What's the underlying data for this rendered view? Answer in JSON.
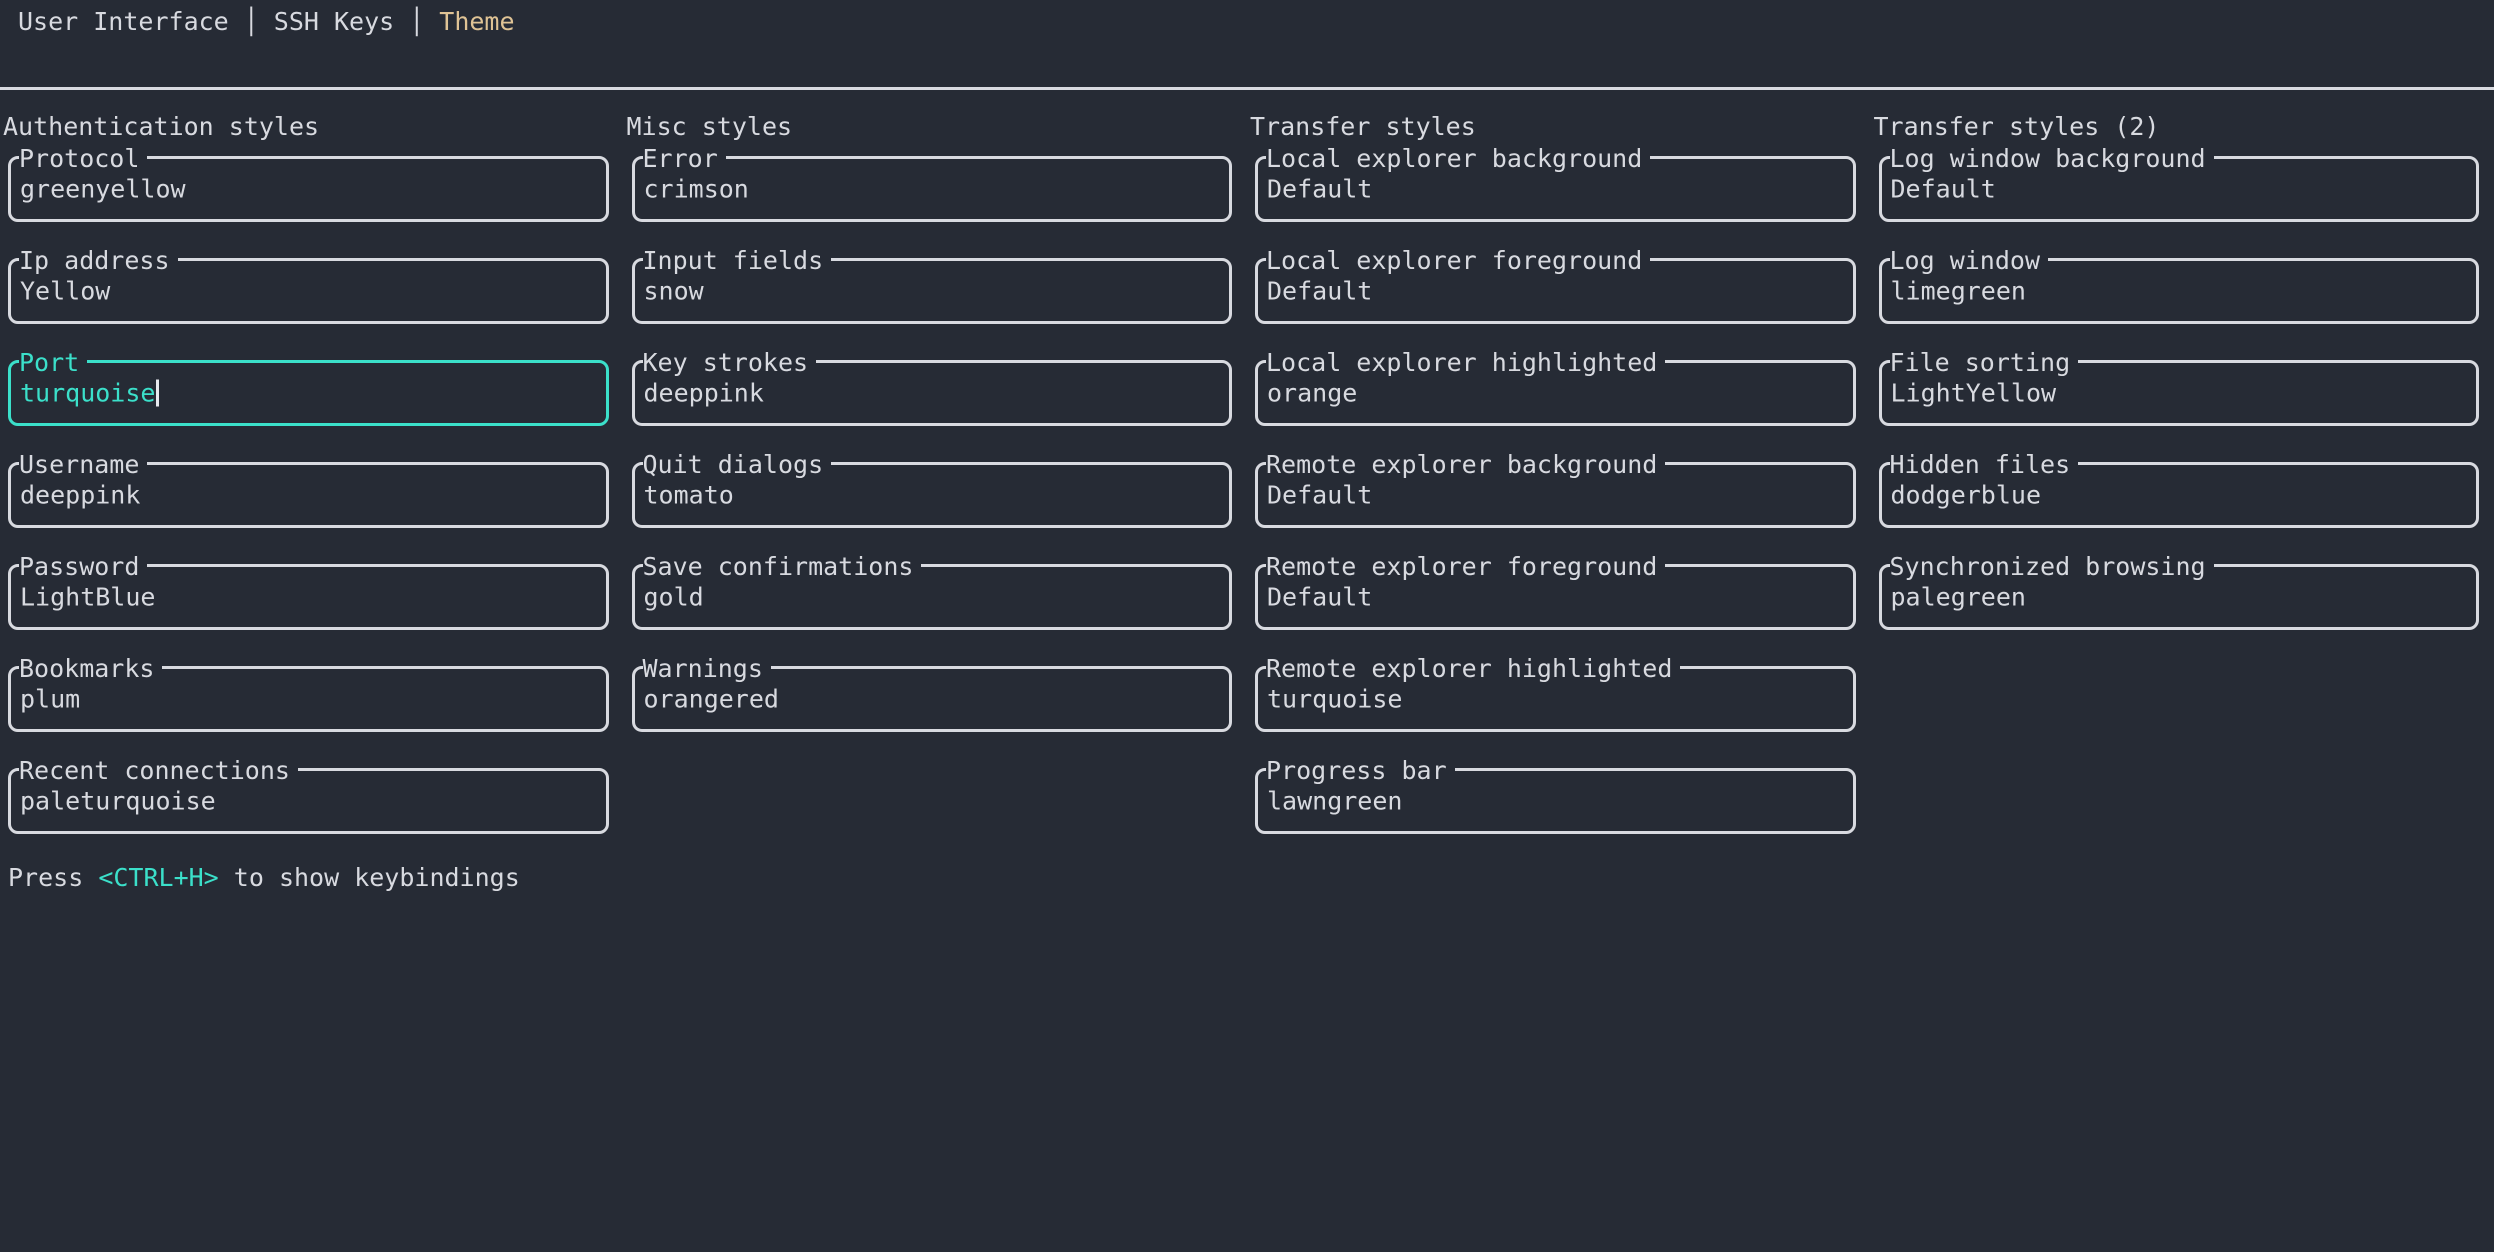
{
  "tabs": {
    "separator": "│",
    "items": [
      {
        "label": "User Interface",
        "active": false
      },
      {
        "label": "SSH Keys",
        "active": false
      },
      {
        "label": "Theme",
        "active": true
      }
    ]
  },
  "columns": [
    {
      "title": "Authentication styles",
      "fields": [
        {
          "label": "Protocol",
          "value": "greenyellow"
        },
        {
          "label": "Ip address",
          "value": "Yellow"
        },
        {
          "label": "Port",
          "value": "turquoise",
          "focused": true
        },
        {
          "label": "Username",
          "value": "deeppink"
        },
        {
          "label": "Password",
          "value": "LightBlue"
        },
        {
          "label": "Bookmarks",
          "value": "plum"
        },
        {
          "label": "Recent connections",
          "value": "paleturquoise"
        }
      ]
    },
    {
      "title": "Misc styles",
      "fields": [
        {
          "label": "Error",
          "value": "crimson"
        },
        {
          "label": "Input fields",
          "value": "snow"
        },
        {
          "label": "Key strokes",
          "value": "deeppink"
        },
        {
          "label": "Quit dialogs",
          "value": "tomato"
        },
        {
          "label": "Save confirmations",
          "value": "gold"
        },
        {
          "label": "Warnings",
          "value": "orangered"
        }
      ]
    },
    {
      "title": "Transfer styles",
      "fields": [
        {
          "label": "Local explorer background",
          "value": "Default"
        },
        {
          "label": "Local explorer foreground",
          "value": "Default"
        },
        {
          "label": "Local explorer highlighted",
          "value": "orange"
        },
        {
          "label": "Remote explorer background",
          "value": "Default"
        },
        {
          "label": "Remote explorer foreground",
          "value": "Default"
        },
        {
          "label": "Remote explorer highlighted",
          "value": "turquoise"
        },
        {
          "label": "Progress bar",
          "value": "lawngreen"
        }
      ]
    },
    {
      "title": "Transfer styles (2)",
      "fields": [
        {
          "label": "Log window background",
          "value": "Default"
        },
        {
          "label": "Log window",
          "value": "limegreen"
        },
        {
          "label": "File sorting",
          "value": "LightYellow"
        },
        {
          "label": "Hidden files",
          "value": "dodgerblue"
        },
        {
          "label": "Synchronized browsing",
          "value": "palegreen"
        }
      ]
    }
  ],
  "footer": {
    "prefix": "Press ",
    "key": "<CTRL+H>",
    "suffix": " to show keybindings"
  },
  "colors": {
    "background": "#262B35",
    "foreground": "#D8DAE0",
    "accent_turquoise": "#3BE0CA",
    "tab_active_tan": "#DFC395",
    "cursor": "#E8EAEE"
  }
}
